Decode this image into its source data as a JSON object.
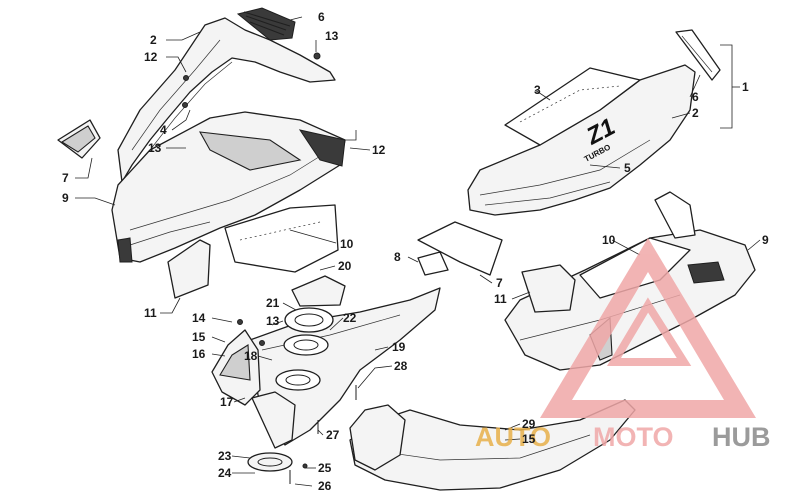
{
  "callouts": {
    "c1": "1",
    "c2a": "2",
    "c2b": "2",
    "c3": "3",
    "c4": "4",
    "c5": "5",
    "c6a": "6",
    "c6b": "6",
    "c7a": "7",
    "c7b": "7",
    "c8": "8",
    "c9a": "9",
    "c9b": "9",
    "c10a": "10",
    "c10b": "10",
    "c11a": "11",
    "c11b": "11",
    "c12a": "12",
    "c12b": "12",
    "c13a": "13",
    "c13b": "13",
    "c13c": "13",
    "c14": "14",
    "c15a": "15",
    "c15b": "15",
    "c16": "16",
    "c17": "17",
    "c18": "18",
    "c19": "19",
    "c20": "20",
    "c21": "21",
    "c22": "22",
    "c23": "23",
    "c24": "24",
    "c25": "25",
    "c26": "26",
    "c27": "27",
    "c28": "28",
    "c29": "29"
  },
  "decal": {
    "brand": "Z1",
    "sub": "TURBO"
  },
  "watermark": {
    "part1": "AUTO",
    "part2": "MOTO",
    "part3": "HUB",
    "color_accent": "#f0a8a8",
    "color_gold": "#e8b04a",
    "color_grey": "#8a8a8a"
  }
}
